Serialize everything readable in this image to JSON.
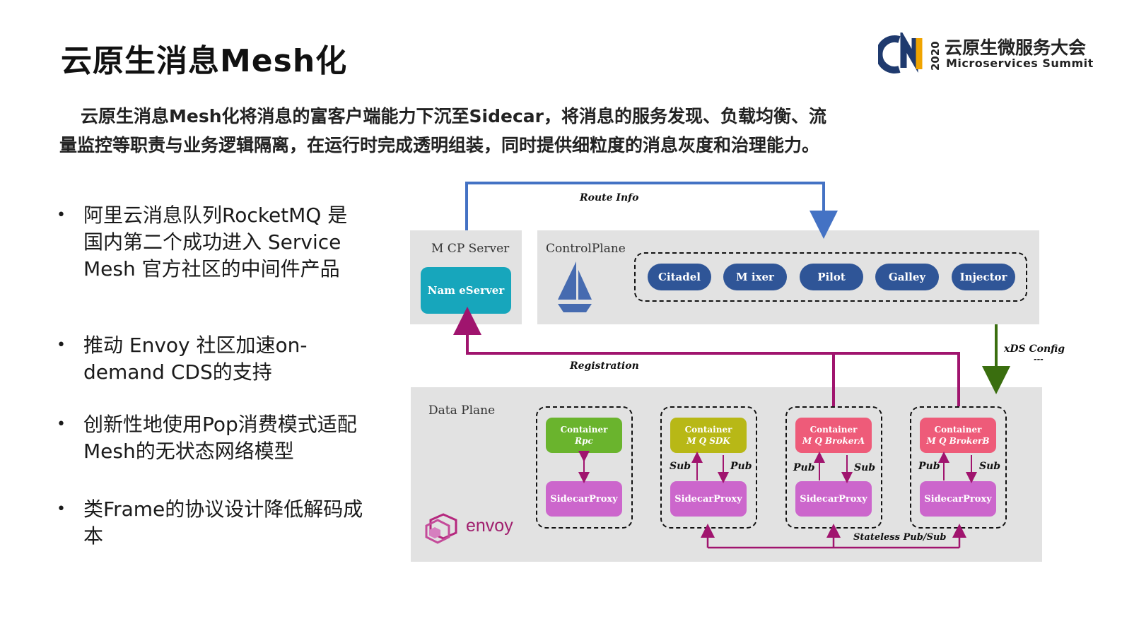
{
  "title": "云原生消息Mesh化",
  "logo": {
    "year": "2020",
    "cn": "云原生微服务大会",
    "en": "Microservices  Summit"
  },
  "intro": {
    "line1": "云原生消息Mesh化将消息的富客户端能力下沉至Sidecar，将消息的服务发现、负载均衡、流",
    "line2": "量监控等职责与业务逻辑隔离，在运行时完成透明组装，同时提供细粒度的消息灰度和治理能力。"
  },
  "bullets": [
    {
      "marker": "•",
      "text": "阿里云消息队列RocketMQ 是国内第二个成功进入 Service Mesh 官方社区的中间件产品"
    },
    {
      "marker": "•",
      "text": "推动 Envoy 社区加速on-demand CDS的支持"
    },
    {
      "marker": "•",
      "text": "创新性地使用Pop消费模式适配Mesh的无状态网络模型"
    },
    {
      "marker": "•",
      "text": "类Frame的协议设计降低解码成本"
    }
  ],
  "diagram": {
    "route_info": "Route Info",
    "mcp_server": {
      "label": "M CP Server",
      "box": "Nam eServer"
    },
    "control_plane": {
      "label": "ControlPlane",
      "components": [
        "Citadel",
        "M ixer",
        "Pilot",
        "Galley",
        "Injector"
      ]
    },
    "xds": {
      "line1": "xDS Config",
      "line2": "---"
    },
    "registration": "Registration",
    "data_plane": {
      "label": "Data Plane",
      "envoy": "envoy"
    },
    "sidecar": "SidecarProxy",
    "containers": [
      {
        "title": "Container",
        "sub": "Rpc",
        "color": "#6ab42d",
        "left_label": "",
        "right_label": ""
      },
      {
        "title": "Container",
        "sub": "M Q SDK",
        "color": "#b8b816",
        "left_label": "Sub",
        "right_label": "Pub"
      },
      {
        "title": "Container",
        "sub": "M Q BrokerA",
        "color": "#ee5b79",
        "left_label": "Pub",
        "right_label": "Sub"
      },
      {
        "title": "Container",
        "sub": "M Q BrokerB",
        "color": "#ee5b79",
        "left_label": "Pub",
        "right_label": "Sub"
      }
    ],
    "stateless": "Stateless Pub/Sub",
    "colors": {
      "blue_line": "#4472c4",
      "purple_line": "#a0146e",
      "green_arrow": "#3a6e0f",
      "pill": "#2f5597",
      "nameserver": "#17a6bc",
      "sidecar": "#cc66cc"
    }
  }
}
